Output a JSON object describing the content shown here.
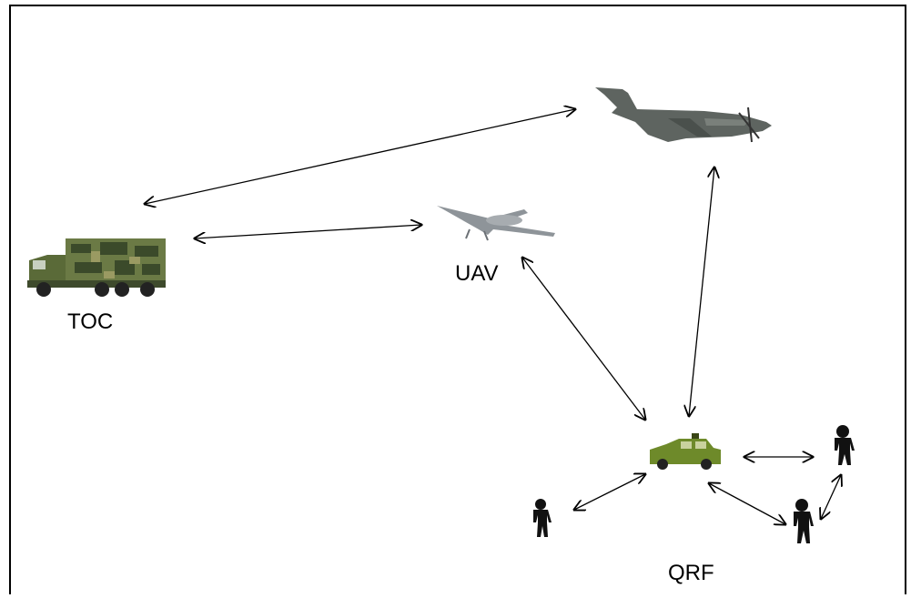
{
  "labels": {
    "toc": "TOC",
    "uav": "UAV",
    "qrf": "QRF"
  },
  "colors": {
    "camo_dark": "#3b4a2a",
    "camo_mid": "#6b7a45",
    "camo_light": "#9a9a62",
    "aircraft_body": "#5e6460",
    "uav_body": "#8e9499",
    "humvee": "#6e8a2a",
    "person": "#111111"
  },
  "nodes": [
    {
      "id": "toc",
      "name": "command-truck",
      "icon": "truck-icon"
    },
    {
      "id": "aircraft",
      "name": "aircraft",
      "icon": "airplane-icon"
    },
    {
      "id": "uav",
      "name": "uav-drone",
      "icon": "drone-icon"
    },
    {
      "id": "humvee",
      "name": "qrf-vehicle",
      "icon": "humvee-icon"
    },
    {
      "id": "soldier-left",
      "name": "soldier-left",
      "icon": "person-icon"
    },
    {
      "id": "soldier-right-top",
      "name": "soldier-right-top",
      "icon": "person-icon"
    },
    {
      "id": "soldier-right-bottom",
      "name": "soldier-right-bottom",
      "icon": "person-icon"
    }
  ],
  "links": [
    {
      "from": "toc",
      "to": "aircraft"
    },
    {
      "from": "toc",
      "to": "uav"
    },
    {
      "from": "uav",
      "to": "humvee"
    },
    {
      "from": "aircraft",
      "to": "humvee"
    },
    {
      "from": "humvee",
      "to": "soldier-left"
    },
    {
      "from": "humvee",
      "to": "soldier-right-top"
    },
    {
      "from": "humvee",
      "to": "soldier-right-bottom"
    },
    {
      "from": "soldier-right-bottom",
      "to": "soldier-right-top"
    }
  ]
}
